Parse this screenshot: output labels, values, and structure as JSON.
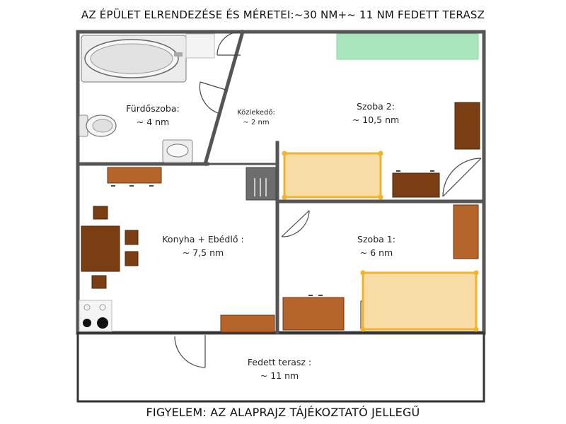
{
  "header": {
    "title": "AZ ÉPÜLET ELRENDEZÉSE ÉS MÉRETEI:~30 NM+~ 11 NM FEDETT TERASZ"
  },
  "footer": {
    "note": "FIGYELEM: AZ ALAPRAJZ TÁJÉKOZTATÓ JELLEGŰ"
  },
  "rooms": {
    "bathroom": {
      "name": "Fürdőszoba:",
      "area": "~ 4 nm"
    },
    "hallway": {
      "name": "Közlekedő:",
      "area": "~ 2 nm"
    },
    "room2": {
      "name": "Szoba 2:",
      "area": "~ 10,5 nm"
    },
    "kitchen": {
      "name": "Konyha + Ebédlő :",
      "area": "~ 7,5 nm"
    },
    "room1": {
      "name": "Szoba 1:",
      "area": "~ 6 nm"
    },
    "terrace": {
      "name": "Fedett terasz :",
      "area": "~ 11 nm"
    }
  },
  "colors": {
    "wall": "#555555",
    "furniture_dark": "#7a3e12",
    "furniture_mid": "#b5652b",
    "bed_fill": "#f7dca6",
    "bed_frame": "#f0b429",
    "counter": "#a8e6be",
    "fixture": "#e4e4e4"
  }
}
